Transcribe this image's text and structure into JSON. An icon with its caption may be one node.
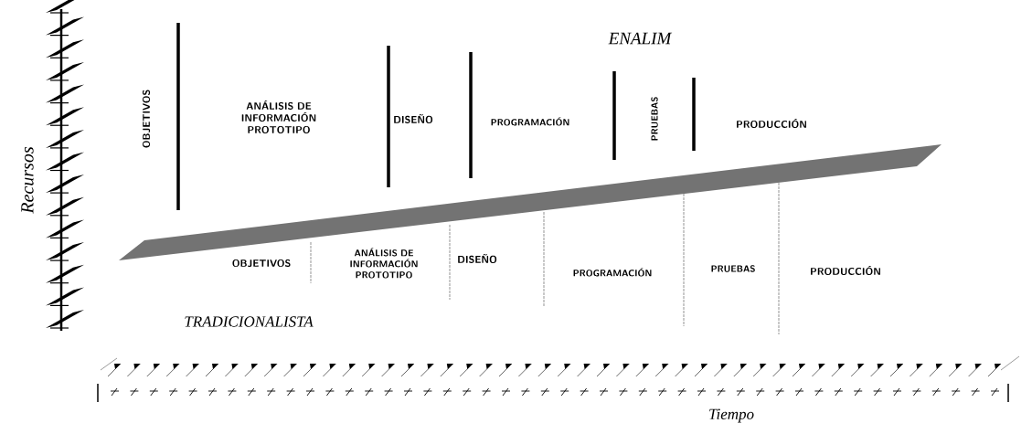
{
  "diagram": {
    "labels": [
      "ENALIM",
      "OBJETIVOS",
      "ANÁLISIS DE INFORMACIÓN PROTOTIPO",
      "DISEÑO",
      "PROGRAMACIÓN",
      "PRUEBAS",
      "PRODUCCIÓN",
      "OBJETIVOS",
      "ANÁLISIS DE INFORMACIÓN PROTOTIPO",
      "DISEÑO",
      "PROGRAMACIÓN",
      "PRUEBAS",
      "PRODUCCIÓN",
      "TRADICIONALISTA",
      "Recursos",
      "Tiempo"
    ]
  }
}
